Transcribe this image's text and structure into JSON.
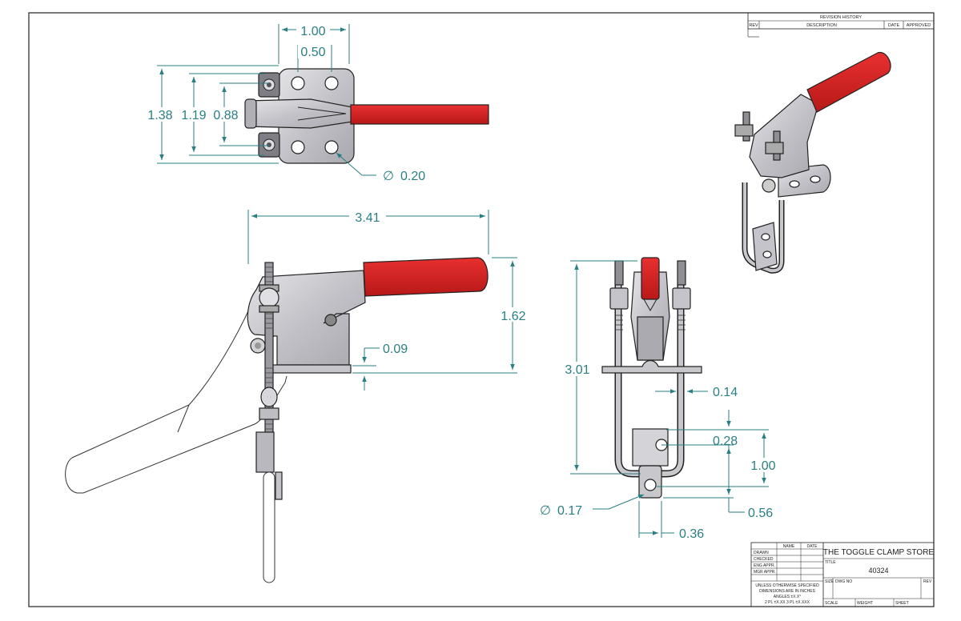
{
  "dimensions": {
    "top_width_outer": "1.00",
    "top_width_inner": "0.50",
    "top_height_outer": "1.38",
    "top_height_mid": "1.19",
    "top_height_inner": "0.88",
    "top_hole_dia": "0.20",
    "side_length": "3.41",
    "side_height": "1.62",
    "side_base_thk": "0.09",
    "front_height": "3.01",
    "front_rod_dia": "0.14",
    "front_hole_spacing": "0.28",
    "front_hook_len": "1.00",
    "front_hook_hole_dia": "0.17",
    "front_hook_offset": "0.56",
    "front_hook_width": "0.36",
    "diameter_symbol": "∅"
  },
  "revision_block": {
    "title": "REVISION HISTORY",
    "col_rev": "REV",
    "col_description": "DESCRIPTION",
    "col_date": "DATE",
    "col_approved": "APPROVED"
  },
  "title_block": {
    "col_name": "NAME",
    "col_date": "DATE",
    "row_drawn": "DRAWN",
    "row_checked": "CHECKED",
    "row_eng": "ENG APPR.",
    "row_mgr": "MGR APPR.",
    "note1": "UNLESS OTHERWISE SPECIFIED",
    "note2": "DIMENSIONS ARE IN INCHES",
    "note3": "ANGLES ±X.X°",
    "note4": "2 PL ±X.XX 3 PL ±X.XXX",
    "company": "THE TOGGLE CLAMP STORE",
    "title_label": "TITLE",
    "part_number": "40324",
    "size_label": "SIZE",
    "dwg_label": "DWG NO",
    "rev_label": "REV",
    "scale_label": "SCALE",
    "weight_label": "WEIGHT",
    "sheet_label": "SHEET"
  },
  "colors": {
    "dimension": "#2a7f83",
    "handle": "#d42020",
    "metal": "#c8c8cc",
    "metal_dark": "#9a9aa0",
    "outline": "#222222"
  }
}
